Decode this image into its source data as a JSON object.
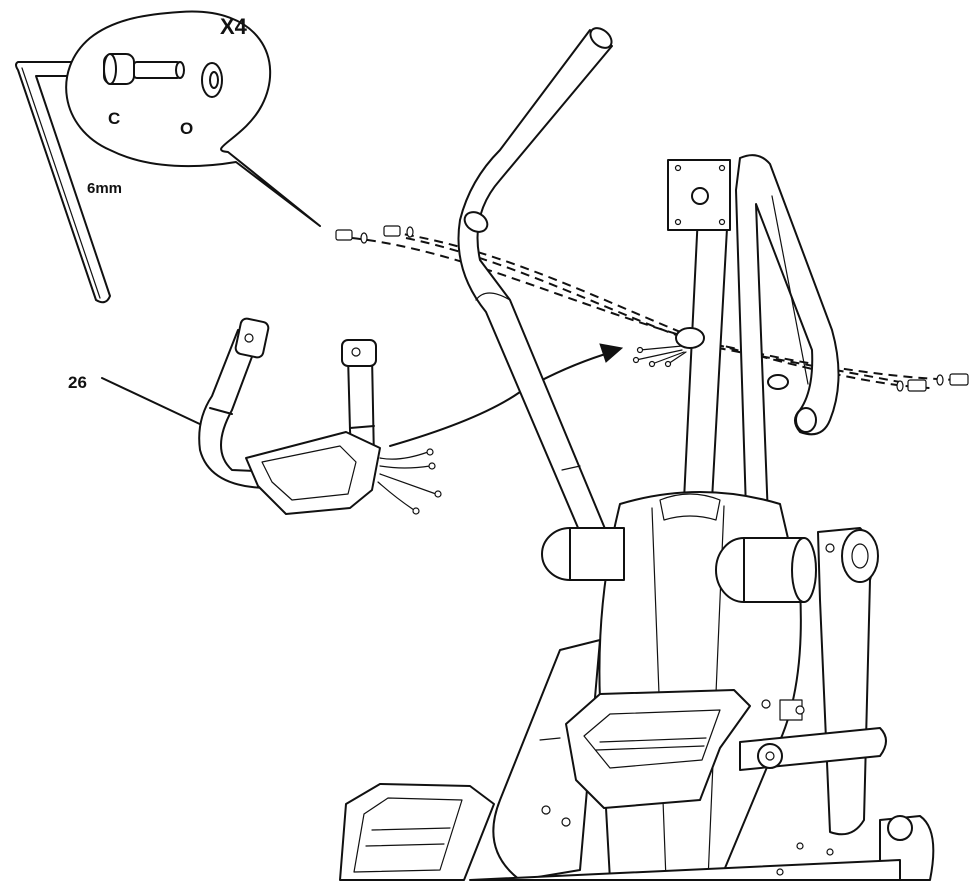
{
  "callout": {
    "quantity": "X4",
    "bolt_label": "C",
    "washer_label": "O"
  },
  "tool": {
    "size_label": "6mm"
  },
  "part": {
    "number": "26"
  }
}
